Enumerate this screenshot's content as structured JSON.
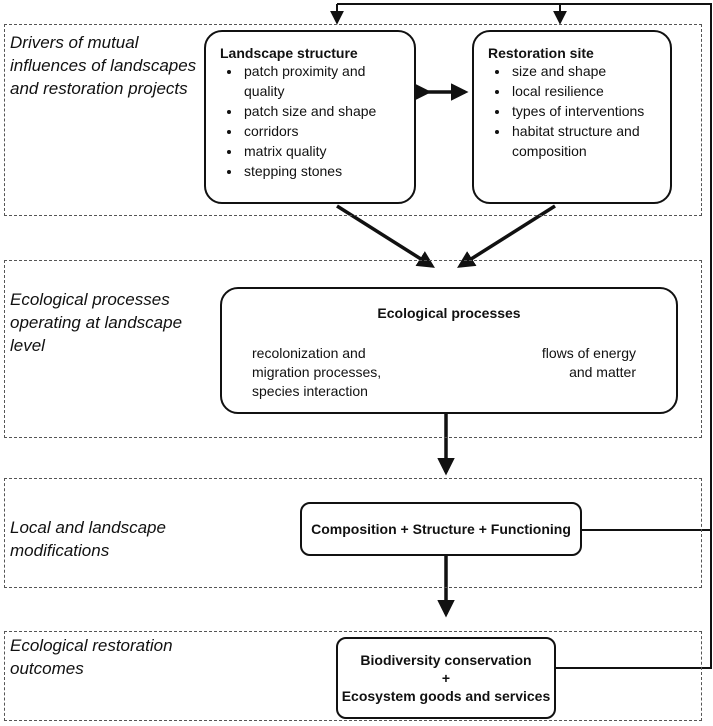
{
  "rows": {
    "drivers": "Drivers of mutual\ninfluences of landscapes\nand restoration projects",
    "processes": "Ecological processes\noperating at landscape\nlevel",
    "modifications": "Local and landscape\nmodifications",
    "outcomes": "Ecological restoration\noutcomes"
  },
  "landscape_structure": {
    "title": "Landscape structure",
    "items": [
      "patch proximity and quality",
      "patch size and shape",
      "corridors",
      "matrix quality",
      "stepping stones"
    ]
  },
  "restoration_site": {
    "title": "Restoration site",
    "items": [
      "size and shape",
      "local resilience",
      "types of interventions",
      "habitat structure and composition"
    ]
  },
  "ecological_processes": {
    "title": "Ecological processes",
    "left_text": "recolonization and\nmigration processes,\nspecies interaction",
    "right_text": "flows of energy\nand matter"
  },
  "modification_box": {
    "label": "Composition + Structure + Functioning"
  },
  "outcome_box": {
    "line1": "Biodiversity conservation",
    "line2": "+",
    "line3": "Ecosystem goods and services"
  }
}
